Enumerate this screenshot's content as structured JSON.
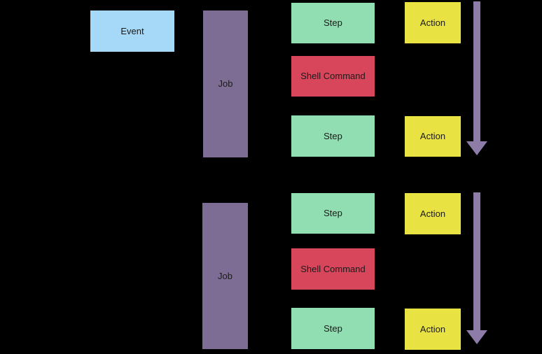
{
  "diagram": {
    "title": "workflow-components-diagram",
    "colors": {
      "background": "#000000",
      "event": "#a6d8f7",
      "job": "#7d6c94",
      "step": "#91deb2",
      "shell_command": "#d8465c",
      "action": "#e9e243",
      "arrow": "#8d7ca7",
      "text": "#1a1a1a"
    },
    "nodes": [
      {
        "id": "event-1",
        "type": "event",
        "label": "Event"
      },
      {
        "id": "job-1",
        "type": "job",
        "label": "Job"
      },
      {
        "id": "step-1",
        "type": "step",
        "label": "Step"
      },
      {
        "id": "shell-1",
        "type": "shell_command",
        "label": "Shell Command"
      },
      {
        "id": "step-2",
        "type": "step",
        "label": "Step"
      },
      {
        "id": "action-1",
        "type": "action",
        "label": "Action"
      },
      {
        "id": "action-2",
        "type": "action",
        "label": "Action"
      },
      {
        "id": "job-2",
        "type": "job",
        "label": "Job"
      },
      {
        "id": "step-3",
        "type": "step",
        "label": "Step"
      },
      {
        "id": "shell-2",
        "type": "shell_command",
        "label": "Shell Command"
      },
      {
        "id": "step-4",
        "type": "step",
        "label": "Step"
      },
      {
        "id": "action-3",
        "type": "action",
        "label": "Action"
      },
      {
        "id": "action-4",
        "type": "action",
        "label": "Action"
      }
    ]
  }
}
